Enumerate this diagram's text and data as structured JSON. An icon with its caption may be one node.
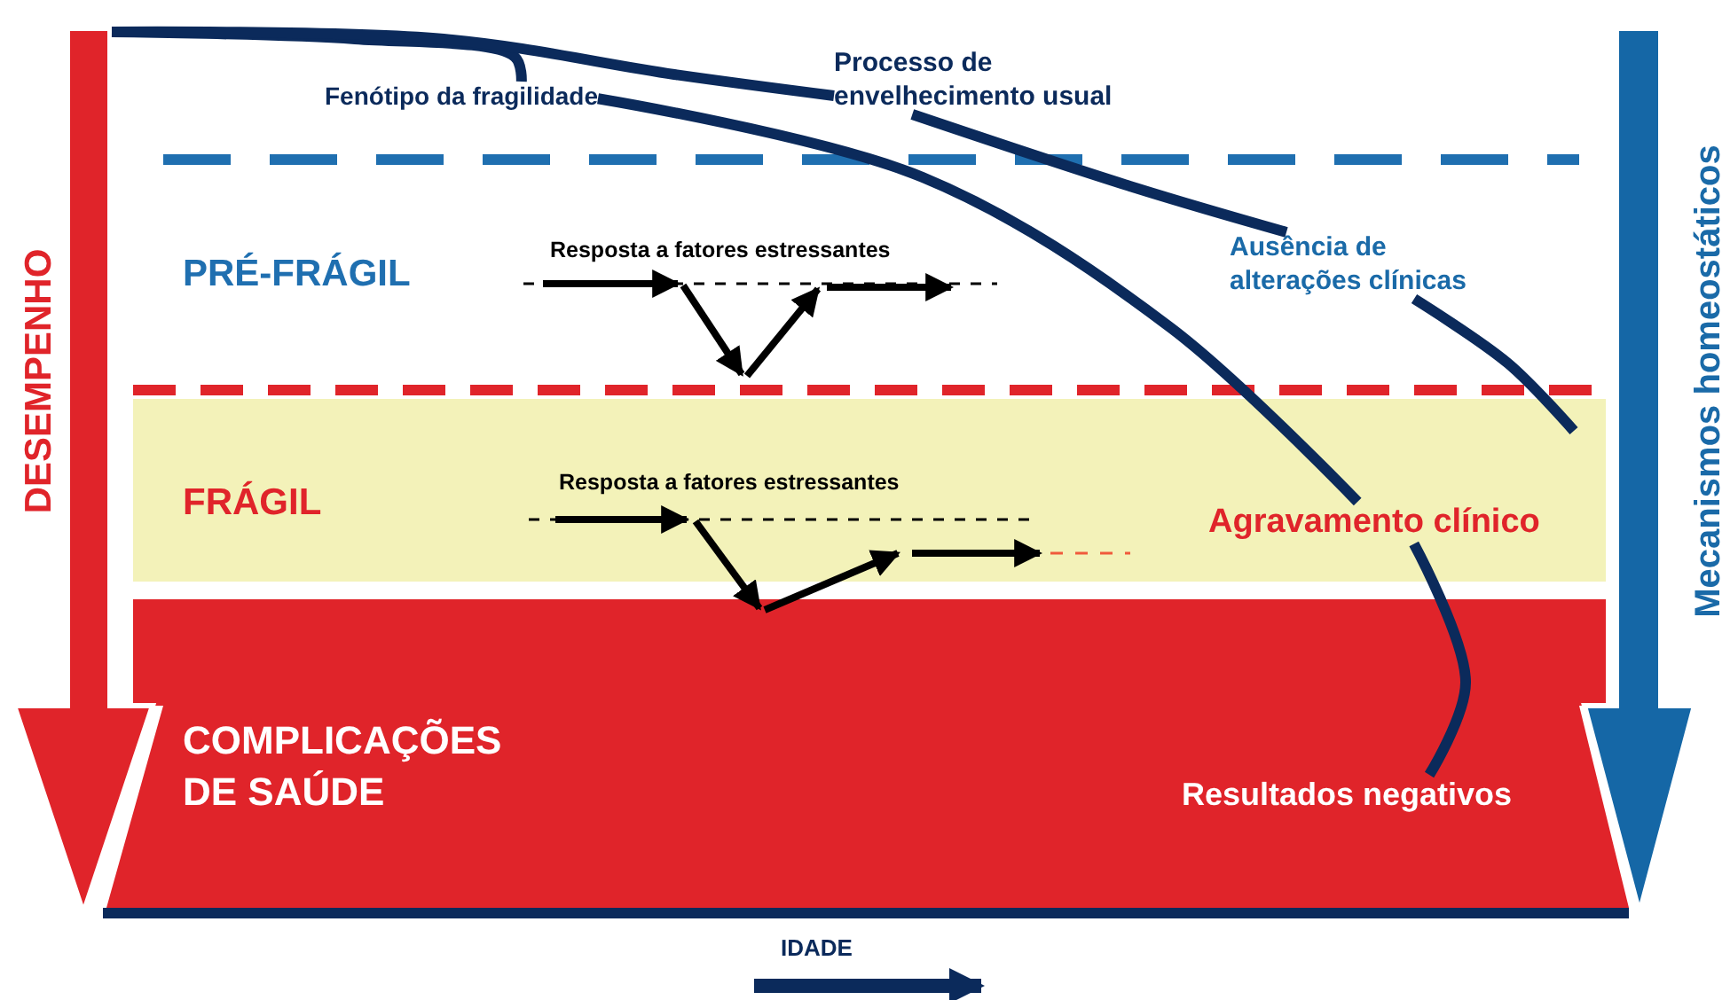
{
  "diagram": {
    "nodes": [
      {
        "text": [
          "Fenótipo da fragilidade"
        ]
      },
      {
        "text": [
          "Processo de envelhecimento usual"
        ]
      },
      {
        "text": [
          "Ausência de alterações clínicas"
        ]
      },
      {
        "text": [
          "FRÁGIL",
          "Resposta a fatores estressantes"
        ]
      },
      {
        "text": [
          "Agravamento clínico"
        ],
        "in": 3
      },
      {
        "text": [
          "COMPLICAÇÕES DE SAÚDE"
        ]
      },
      {
        "text": [
          "Resultados negativos"
        ],
        "in": 5
      },
      {
        "text": [
          "DESEMPENHO"
        ]
      }
    ],
    "edges": [
      {
        "from": 7,
        "to": 0,
        "arrow": "none"
      },
      {
        "from": 0,
        "to": 4,
        "arrow": "none"
      },
      {
        "from": 4,
        "to": 6,
        "arrow": "none"
      },
      {
        "from": 7,
        "to": 1,
        "arrow": "none"
      },
      {
        "from": 1,
        "to": 2,
        "arrow": "none"
      },
      {
        "from": 2,
        "to": null,
        "arrow": "none"
      }
    ],
    "labels": [
      "Mecanismos homeostáticos",
      "PRÉ-FRÁGIL",
      "Resposta a fatores estressantes",
      "IDADE"
    ]
  }
}
